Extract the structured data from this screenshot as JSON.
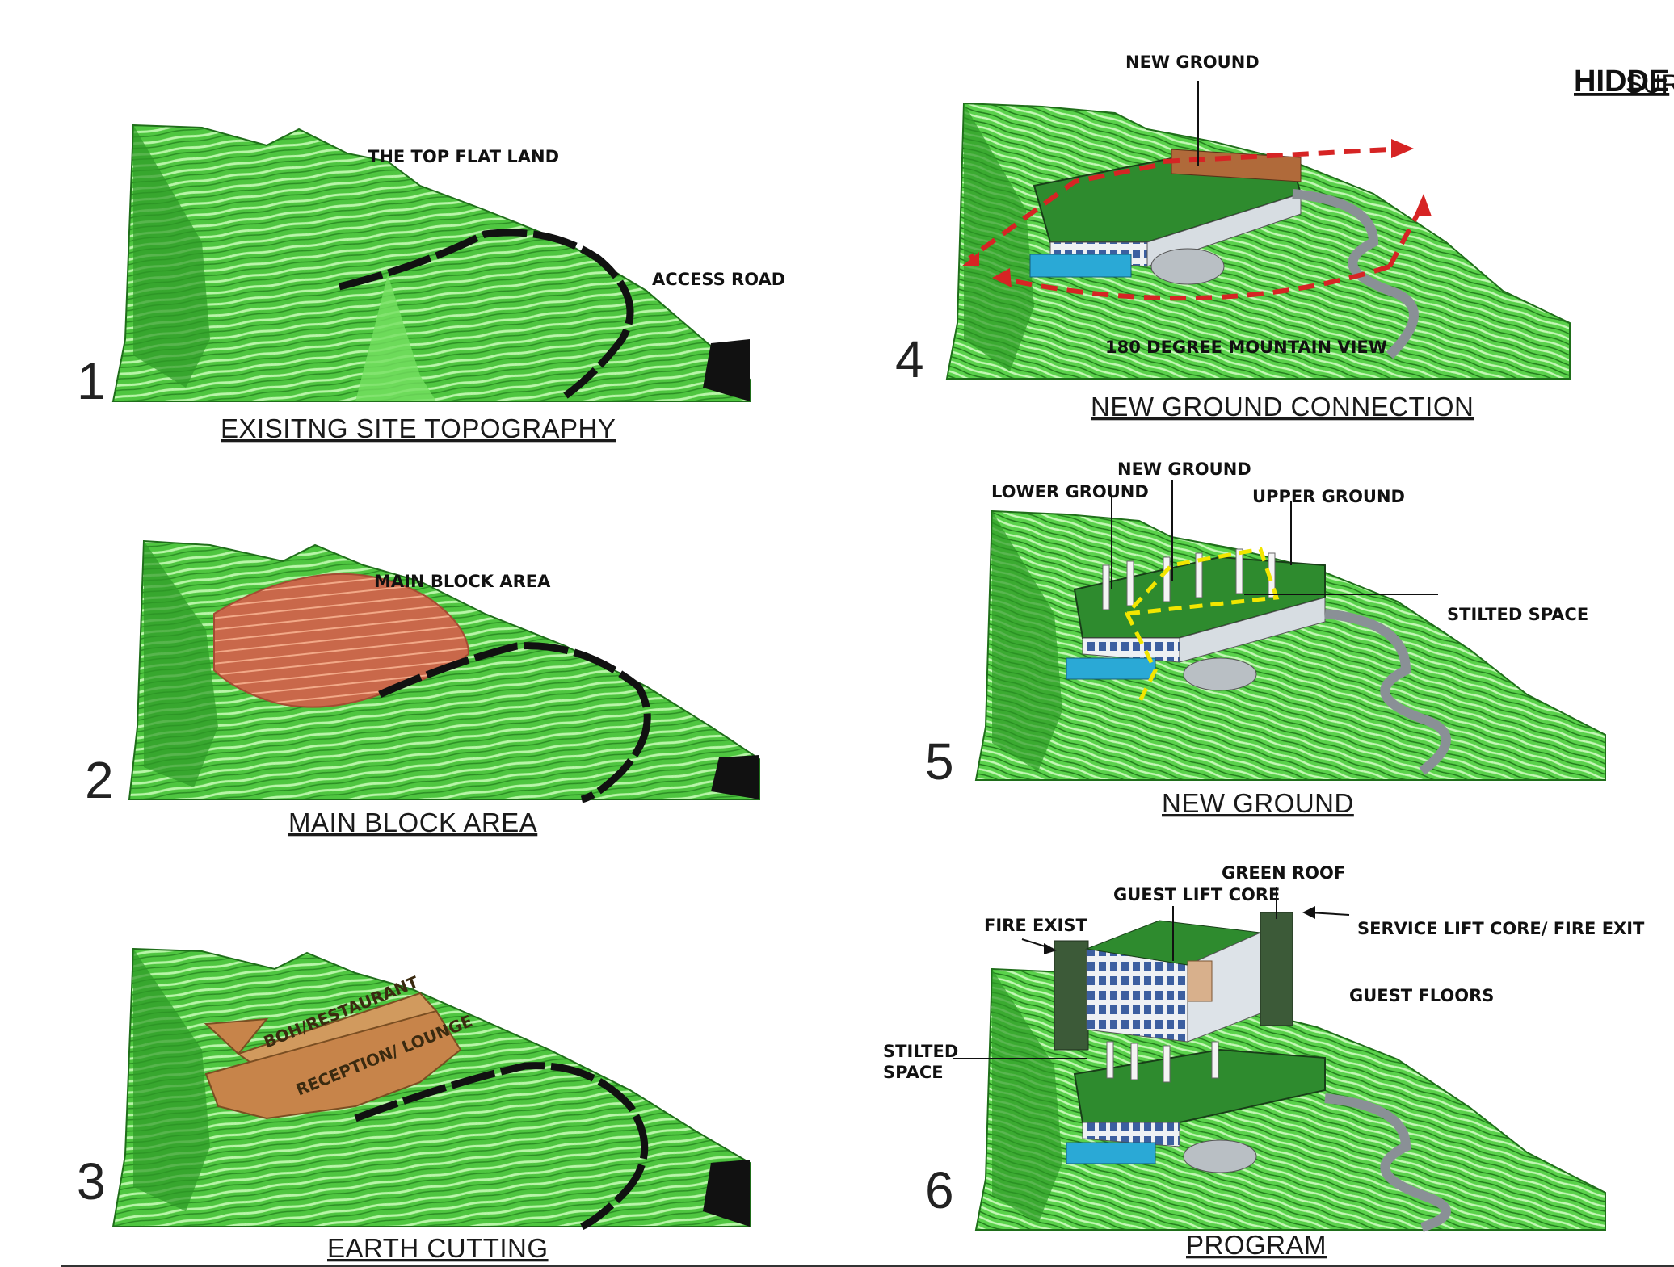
{
  "header": {
    "title": "HIDDE",
    "subtitle": "SUR"
  },
  "panels": [
    {
      "number": "1",
      "caption": "EXISITNG SITE TOPOGRAPHY",
      "labels": [
        "THE TOP FLAT LAND",
        "ACCESS ROAD"
      ]
    },
    {
      "number": "2",
      "caption": "MAIN BLOCK AREA",
      "labels": [
        "MAIN BLOCK AREA"
      ]
    },
    {
      "number": "3",
      "caption": "EARTH CUTTING",
      "labels": [
        "BOH/RESTAURANT",
        "RECEPTION/ LOUNGE"
      ]
    },
    {
      "number": "4",
      "caption": "NEW GROUND CONNECTION",
      "labels": [
        "NEW GROUND",
        "180 DEGREE MOUNTAIN VIEW"
      ]
    },
    {
      "number": "5",
      "caption": "NEW GROUND",
      "labels": [
        "NEW GROUND",
        "LOWER GROUND",
        "UPPER GROUND",
        "STILTED SPACE"
      ]
    },
    {
      "number": "6",
      "caption": "PROGRAM",
      "labels": [
        "GREEN ROOF",
        "GUEST LIFT CORE",
        "FIRE EXIST",
        "SERVICE LIFT CORE/ FIRE EXIT",
        "GUEST FLOORS",
        "STILTED",
        "SPACE"
      ]
    }
  ],
  "colors": {
    "terrain": "#5bd44a",
    "terrain_dark": "#1f6e1a",
    "contour": "#b8f5a8",
    "road": "#111111",
    "main_block": "#d9714f",
    "earth_cut": "#c7844a",
    "connection_arrow": "#d62424",
    "path_highlight": "#f2e600",
    "pool": "#2aa9d6",
    "building_wall": "#e8ecef",
    "green_roof": "#2e8b2e",
    "lift_core": "#3c5a38"
  }
}
